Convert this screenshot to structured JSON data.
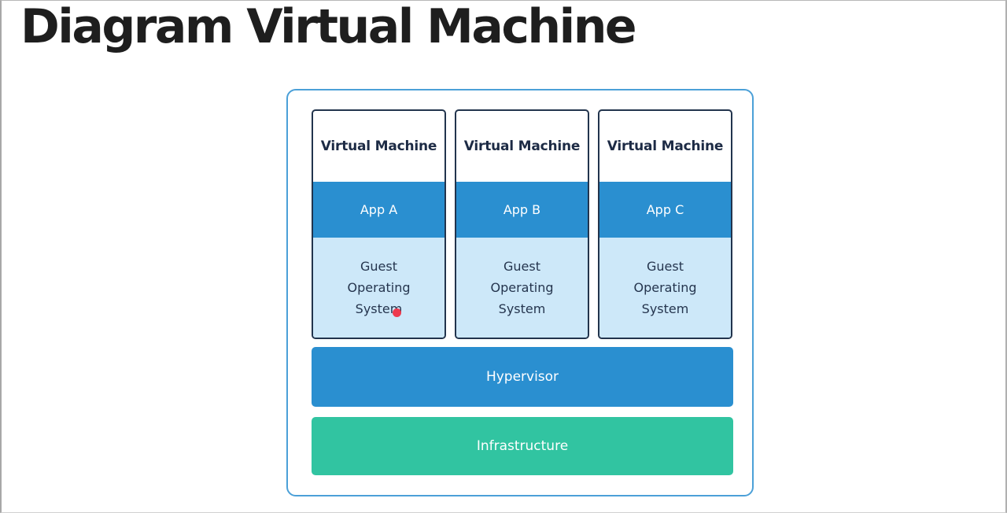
{
  "slide": {
    "title": "Diagram Virtual Machine"
  },
  "diagram": {
    "vms": [
      {
        "title": "Virtual Machine",
        "app": "App A",
        "guest_os": "Guest Operating System"
      },
      {
        "title": "Virtual Machine",
        "app": "App B",
        "guest_os": "Guest Operating System"
      },
      {
        "title": "Virtual Machine",
        "app": "App C",
        "guest_os": "Guest Operating System"
      }
    ],
    "layers": [
      {
        "label": "Hypervisor",
        "color": "#2a8fd0"
      },
      {
        "label": "Infrastructure",
        "color": "#31c4a1"
      }
    ],
    "pointer_dot": {
      "name": "laser-pointer-dot",
      "color": "#ee3a4e"
    }
  },
  "colors": {
    "panel_border": "#4ba0d8",
    "card_border": "#22344d",
    "app_band_blue": "#2a8fd0",
    "guest_band_light_blue": "#cde8f9",
    "infrastructure_teal": "#31c4a1",
    "heading_text": "#1d2b45",
    "title_text": "#1e1e1e"
  }
}
